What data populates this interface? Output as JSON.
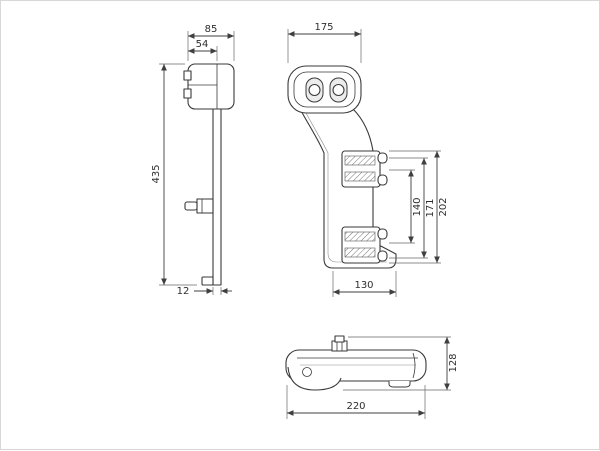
{
  "views": {
    "side": {
      "dims": {
        "head_width": "85",
        "head_depth": "54",
        "total_height": "435",
        "plate_thickness": "12"
      }
    },
    "front": {
      "dims": {
        "top_width": "175",
        "span_inner": "140",
        "span_mid": "171",
        "span_outer": "202",
        "bottom_width": "130"
      }
    },
    "top": {
      "dims": {
        "overall_height": "128",
        "overall_width": "220"
      }
    }
  }
}
